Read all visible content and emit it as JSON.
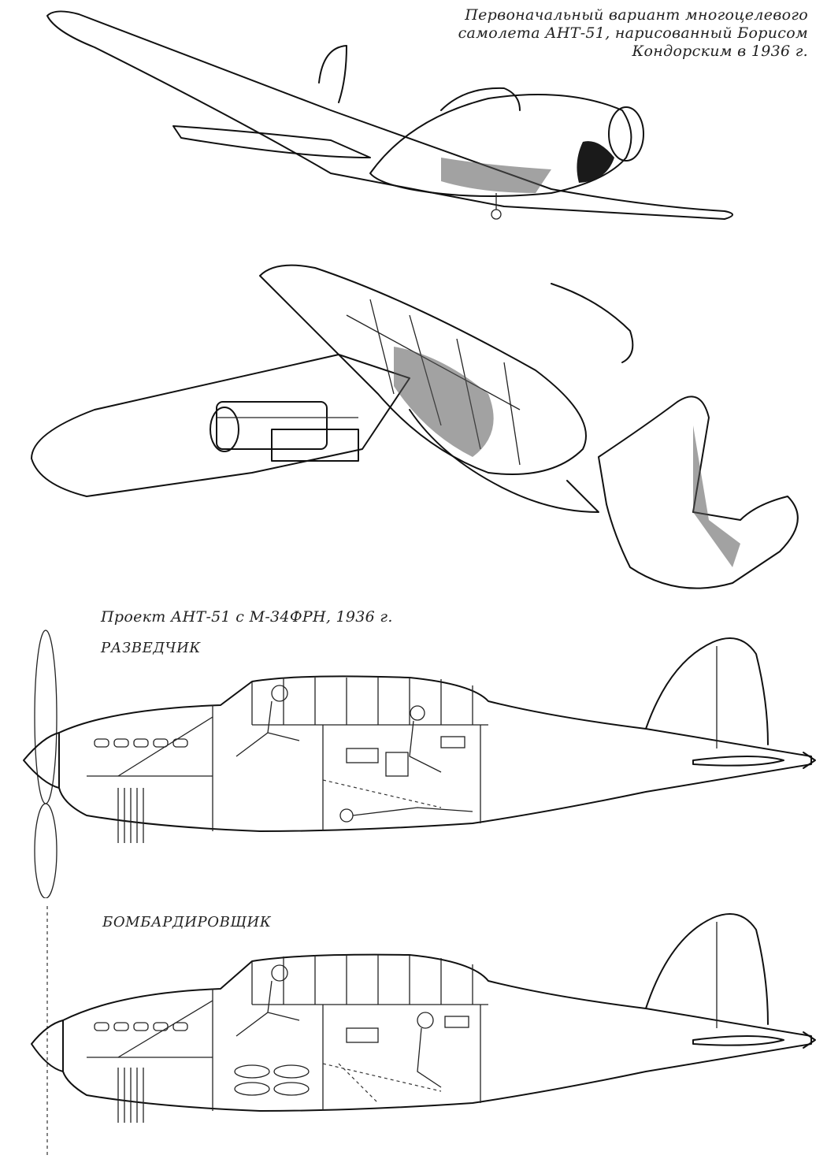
{
  "captions": {
    "top_lines": [
      "Первоначальный вариант многоцелевого",
      "самолета АНТ-51, нарисованный Борисом",
      "Кондорским в 1936 г."
    ],
    "project": "Проект АНТ-51 с М-34ФРН, 1936 г."
  },
  "views": {
    "recon_label": "РАЗВЕДЧИК",
    "bomber_label": "БОМБАРДИРОВЩИК"
  }
}
